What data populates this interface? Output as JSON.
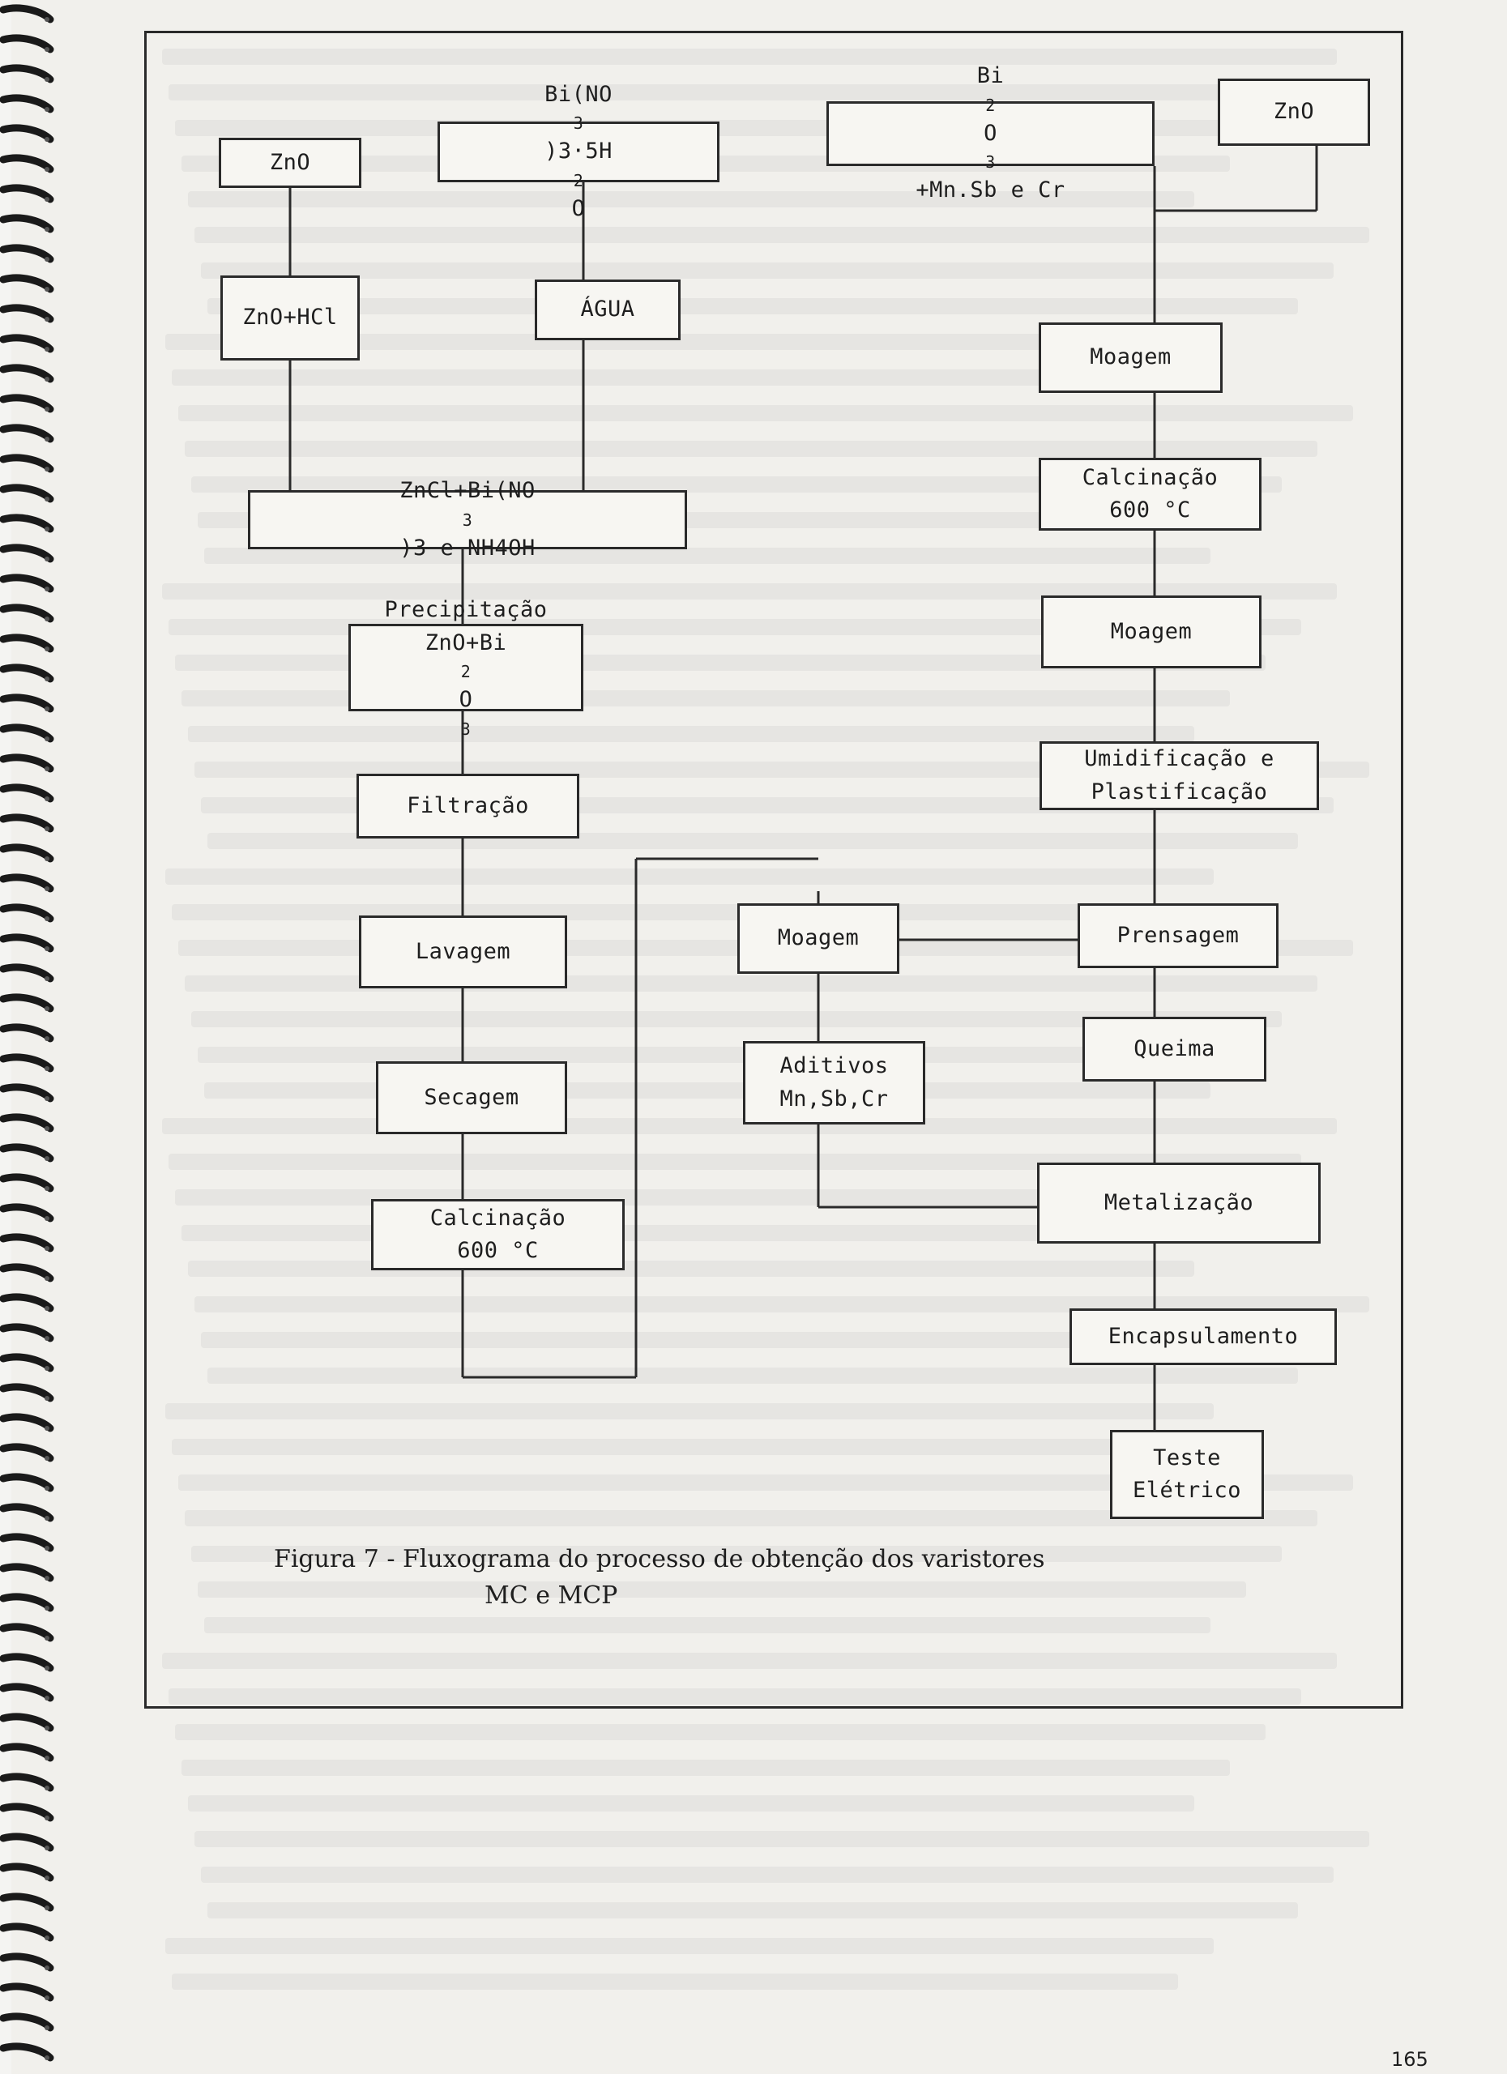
{
  "figure": {
    "caption_line1": "Figura 7 - Fluxograma do processo de obtenção dos varistores",
    "caption_line2": "MC e MCP"
  },
  "chain_left": {
    "zno": "ZnO",
    "zno_hcl": "ZnO+HCl",
    "mix": {
      "pre": "ZnCl+Bi(NO",
      "sub": "3",
      "post": ")3 e NH4OH"
    },
    "precipitacao_line1": "Precipitação",
    "precipitacao_line2": {
      "pre": "ZnO+Bi",
      "sub1": "2",
      "mid": "O",
      "sub2": "3"
    },
    "filtracao": "Filtração",
    "lavagem": "Lavagem",
    "secagem": "Secagem",
    "calcinacao_line1": "Calcinação",
    "calcinacao_line2": "600 °C"
  },
  "chain_middle": {
    "bi_nitrate": {
      "pre": "Bi(NO",
      "sub": "3",
      "post": ")3·5H",
      "sub2": "2",
      "post2": "O"
    },
    "agua": "ÁGUA",
    "moagem": "Moagem",
    "aditivos_line1": "Aditivos",
    "aditivos_line2": "Mn,Sb,Cr"
  },
  "chain_right": {
    "bi2o3": {
      "pre": "Bi",
      "sub": "2",
      "mid": "O",
      "sub2": "3",
      "post": "+Mn.Sb e Cr"
    },
    "zno": "ZnO",
    "moagem_1": "Moagem",
    "calcinacao_line1": "Calcinação",
    "calcinacao_line2": "600 °C",
    "moagem_2": "Moagem",
    "umidificacao_line1": "Umidificação e",
    "umidificacao_line2": "Plastificação",
    "prensagem": "Prensagem",
    "queima": "Queima",
    "metalizacao": "Metalização",
    "encapsulamento": "Encapsulamento",
    "teste_line1": "Teste",
    "teste_line2": "Elétrico"
  },
  "page_number": "165"
}
